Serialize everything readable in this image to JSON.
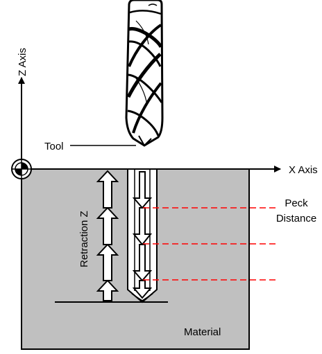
{
  "labels": {
    "z_axis": "Z Axis",
    "x_axis": "X Axis",
    "tool": "Tool",
    "retraction": "Retraction Z",
    "peck_line1": "Peck",
    "peck_line2": "Distance",
    "material": "Material"
  },
  "colors": {
    "material_fill": "#c0c0c0",
    "line": "#000000",
    "peck_dash": "#ff0000",
    "arrow_fill": "#ffffff"
  },
  "icons": {
    "origin": "origin-crosshair-icon",
    "tool": "drill-bit-icon"
  }
}
